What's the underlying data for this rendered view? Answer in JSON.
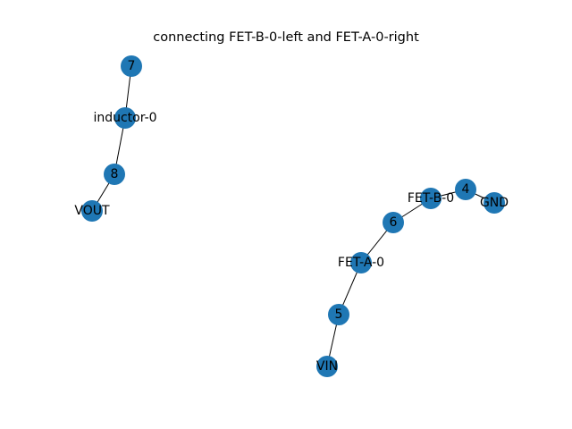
{
  "title": "connecting FET-B-0-left and FET-A-0-right",
  "colors": {
    "node_fill": "#1f77b4",
    "edge": "#000000",
    "label": "#000000",
    "background": "#ffffff"
  },
  "graph": {
    "nodes": [
      {
        "id": "7",
        "label": "7"
      },
      {
        "id": "inductor-0",
        "label": "inductor-0"
      },
      {
        "id": "8",
        "label": "8"
      },
      {
        "id": "VOUT",
        "label": "VOUT"
      },
      {
        "id": "4",
        "label": "4"
      },
      {
        "id": "GND",
        "label": "GND"
      },
      {
        "id": "FET-B-0",
        "label": "FET-B-0"
      },
      {
        "id": "6",
        "label": "6"
      },
      {
        "id": "FET-A-0",
        "label": "FET-A-0"
      },
      {
        "id": "5",
        "label": "5"
      },
      {
        "id": "VIN",
        "label": "VIN"
      }
    ],
    "edges": [
      [
        "7",
        "inductor-0"
      ],
      [
        "inductor-0",
        "8"
      ],
      [
        "8",
        "VOUT"
      ],
      [
        "4",
        "GND"
      ],
      [
        "4",
        "FET-B-0"
      ],
      [
        "FET-B-0",
        "6"
      ],
      [
        "6",
        "FET-A-0"
      ],
      [
        "FET-A-0",
        "5"
      ],
      [
        "5",
        "VIN"
      ]
    ]
  }
}
